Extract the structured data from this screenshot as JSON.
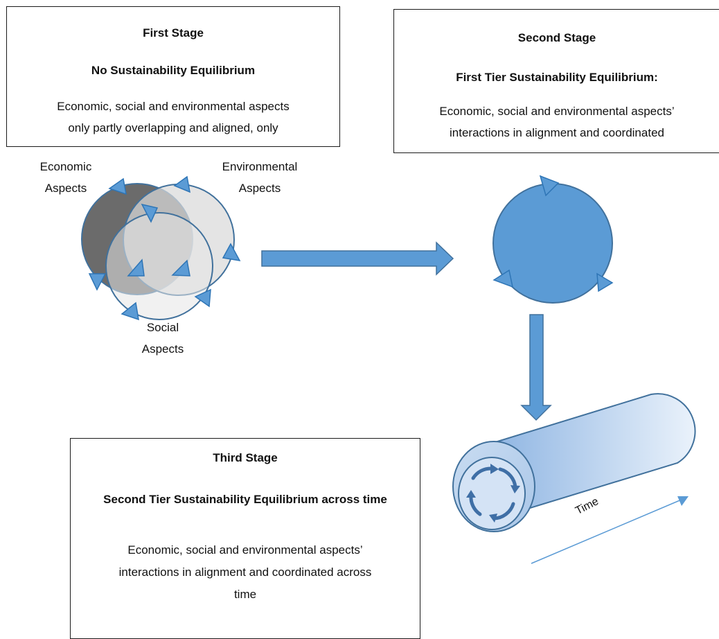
{
  "first_stage": {
    "title": "First Stage",
    "subtitle": "No Sustainability Equilibrium",
    "line1": "Economic, social and environmental aspects",
    "line2": "only partly overlapping and aligned, only"
  },
  "second_stage": {
    "title": "Second Stage",
    "subtitle": "First Tier Sustainability Equilibrium:",
    "line1": "Economic, social and environmental aspects’",
    "line2": "interactions in alignment and coordinated"
  },
  "third_stage": {
    "title": "Third Stage",
    "subtitle": "Second Tier Sustainability Equilibrium across time",
    "line1": "Economic, social and environmental aspects’",
    "line2": "interactions in alignment and coordinated across",
    "line3": "time"
  },
  "venn_labels": {
    "economic_1": "Economic",
    "economic_2": "Aspects",
    "environmental_1": "Environmental",
    "environmental_2": "Aspects",
    "social_1": "Social",
    "social_2": "Aspects"
  },
  "time_label": "Time",
  "colors": {
    "economic_fill": "#6b6b6b",
    "environmental_fill": "#d9d9d9",
    "social_fill": "#e3e3e3",
    "circle_stroke": "#41719c",
    "arrow_blue": "#5b9bd5",
    "equilibrium_circle": "#5b9bd5",
    "cylinder_gradient_dark": "#8db4e2",
    "cylinder_gradient_light": "#eaf2fb"
  }
}
